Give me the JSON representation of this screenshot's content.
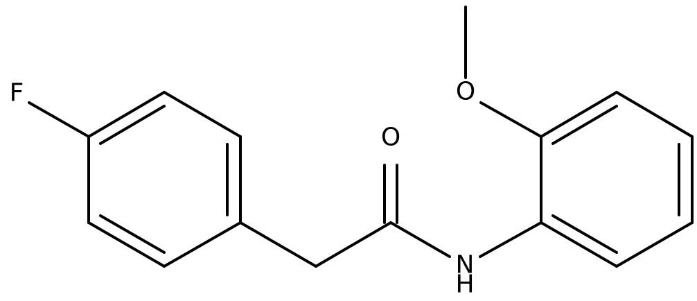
{
  "atoms": {
    "fluorine": "F",
    "carbonyl_oxygen": "O",
    "methoxy_oxygen": "O",
    "amide_nitrogen": "N",
    "amide_hydrogen": "H"
  },
  "colors": {
    "bond": "#000000",
    "label": "#000000",
    "background": "#ffffff"
  }
}
